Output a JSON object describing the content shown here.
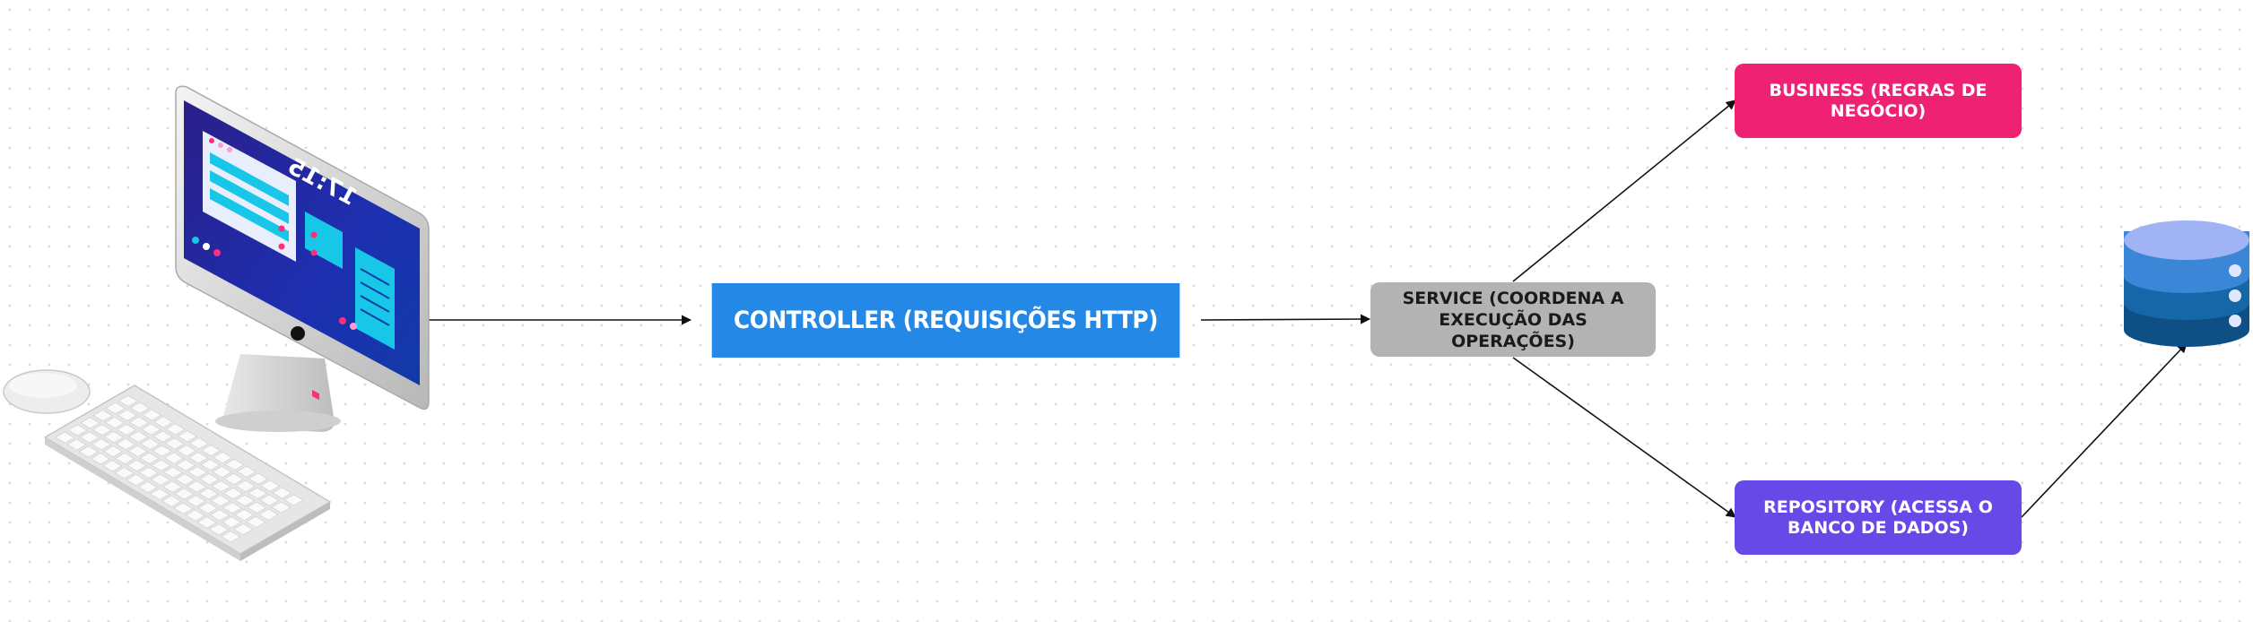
{
  "diagram": {
    "nodes": {
      "controller": "CONTROLLER (REQUISIÇÕES HTTP)",
      "service": "SERVICE (COORDENA A EXECUÇÃO DAS OPERAÇÕES)",
      "business": "BUSINESS (REGRAS DE NEGÓCIO)",
      "repository": "REPOSITORY (ACESSA O BANCO DE DADOS)"
    },
    "edges": [
      {
        "from": "computer",
        "to": "controller"
      },
      {
        "from": "controller",
        "to": "service"
      },
      {
        "from": "service",
        "to": "business"
      },
      {
        "from": "service",
        "to": "repository"
      },
      {
        "from": "repository",
        "to": "database"
      }
    ]
  },
  "illustrations": {
    "computer": "desktop-computer-icon",
    "database": "database-icon",
    "screen_clock": "17:15"
  },
  "colors": {
    "controller": "#2388e6",
    "service": "#b3b3b3",
    "business": "#ef2173",
    "repository": "#6749e8",
    "database_top": "#9fb3f5",
    "database_body": "#1b6aa6"
  }
}
